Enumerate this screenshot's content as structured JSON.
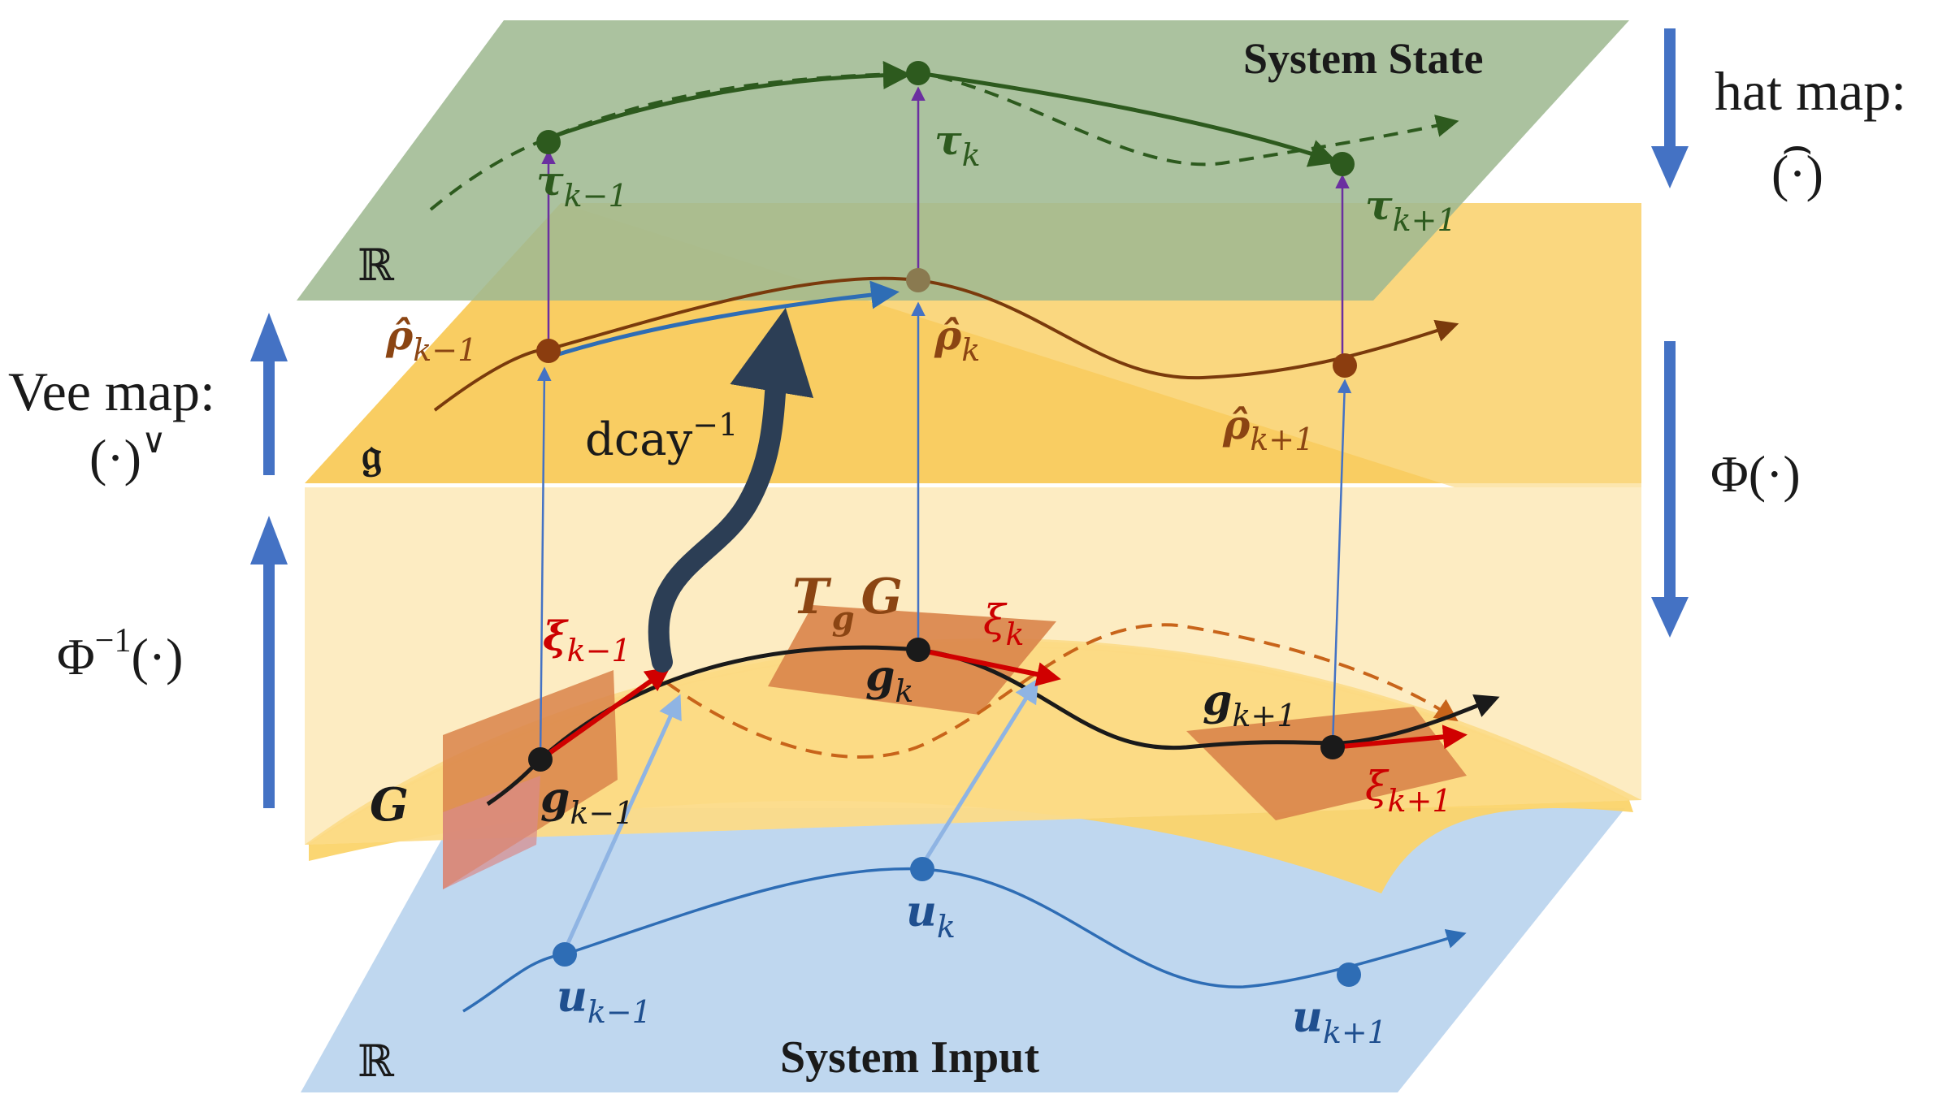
{
  "layers": {
    "state": {
      "title": "System State",
      "space": "ℝ"
    },
    "algebra": {
      "space": "𝔤"
    },
    "group": {
      "space": "G",
      "tangent_T": "T",
      "tangent_g": "g",
      "tangent_G": "G"
    },
    "input": {
      "title": "System Input",
      "space": "ℝ"
    }
  },
  "labels": {
    "tau_prev": {
      "base": "τ",
      "sub": "k−1"
    },
    "tau_k": {
      "base": "τ",
      "sub": "k"
    },
    "tau_next": {
      "base": "τ",
      "sub": "k+1"
    },
    "rho_prev": {
      "base": "ρ̂",
      "sub": "k−1"
    },
    "rho_k": {
      "base": "ρ̂",
      "sub": "k"
    },
    "rho_next": {
      "base": "ρ̂",
      "sub": "k+1"
    },
    "g_prev": {
      "base": "g",
      "sub": "k−1"
    },
    "g_k": {
      "base": "g",
      "sub": "k"
    },
    "g_next": {
      "base": "g",
      "sub": "k+1"
    },
    "xi_prev": {
      "base": "ξ",
      "sub": "k−1"
    },
    "xi_k": {
      "base": "ξ",
      "sub": "k"
    },
    "xi_next": {
      "base": "ξ",
      "sub": "k+1"
    },
    "u_prev": {
      "base": "u",
      "sub": "k−1"
    },
    "u_k": {
      "base": "u",
      "sub": "k"
    },
    "u_next": {
      "base": "u",
      "sub": "k+1"
    },
    "dcay": {
      "base": "dcay",
      "sup": "−1"
    }
  },
  "side_maps": {
    "vee": {
      "line1": "Vee map:",
      "line2": "(·)",
      "sup": "∨"
    },
    "phi_inv": {
      "base": "Φ",
      "sup": "−1",
      "arg": "(·)"
    },
    "hat": {
      "line1": "hat map:",
      "line2": "(·)",
      "accent": "⌢"
    },
    "phi": {
      "text": "Φ(·)"
    }
  },
  "colors": {
    "state_plane": "#9ab68c",
    "algebra_plane": "#f9c95a",
    "group_surface": "#fcd86a",
    "input_plane": "#b9d3ec",
    "state_curve": "#2d5a1e",
    "algebra_curve": "#7a3a0c",
    "group_curve": "#1a1a1a",
    "input_curve": "#2e6db5",
    "xi_arrow": "#d00000",
    "side_arrow": "#4472c4",
    "dcay_arrow": "#2c3e55",
    "tangent_patch": "#d9844a",
    "up_arrow_state": "#6b2fa0"
  }
}
